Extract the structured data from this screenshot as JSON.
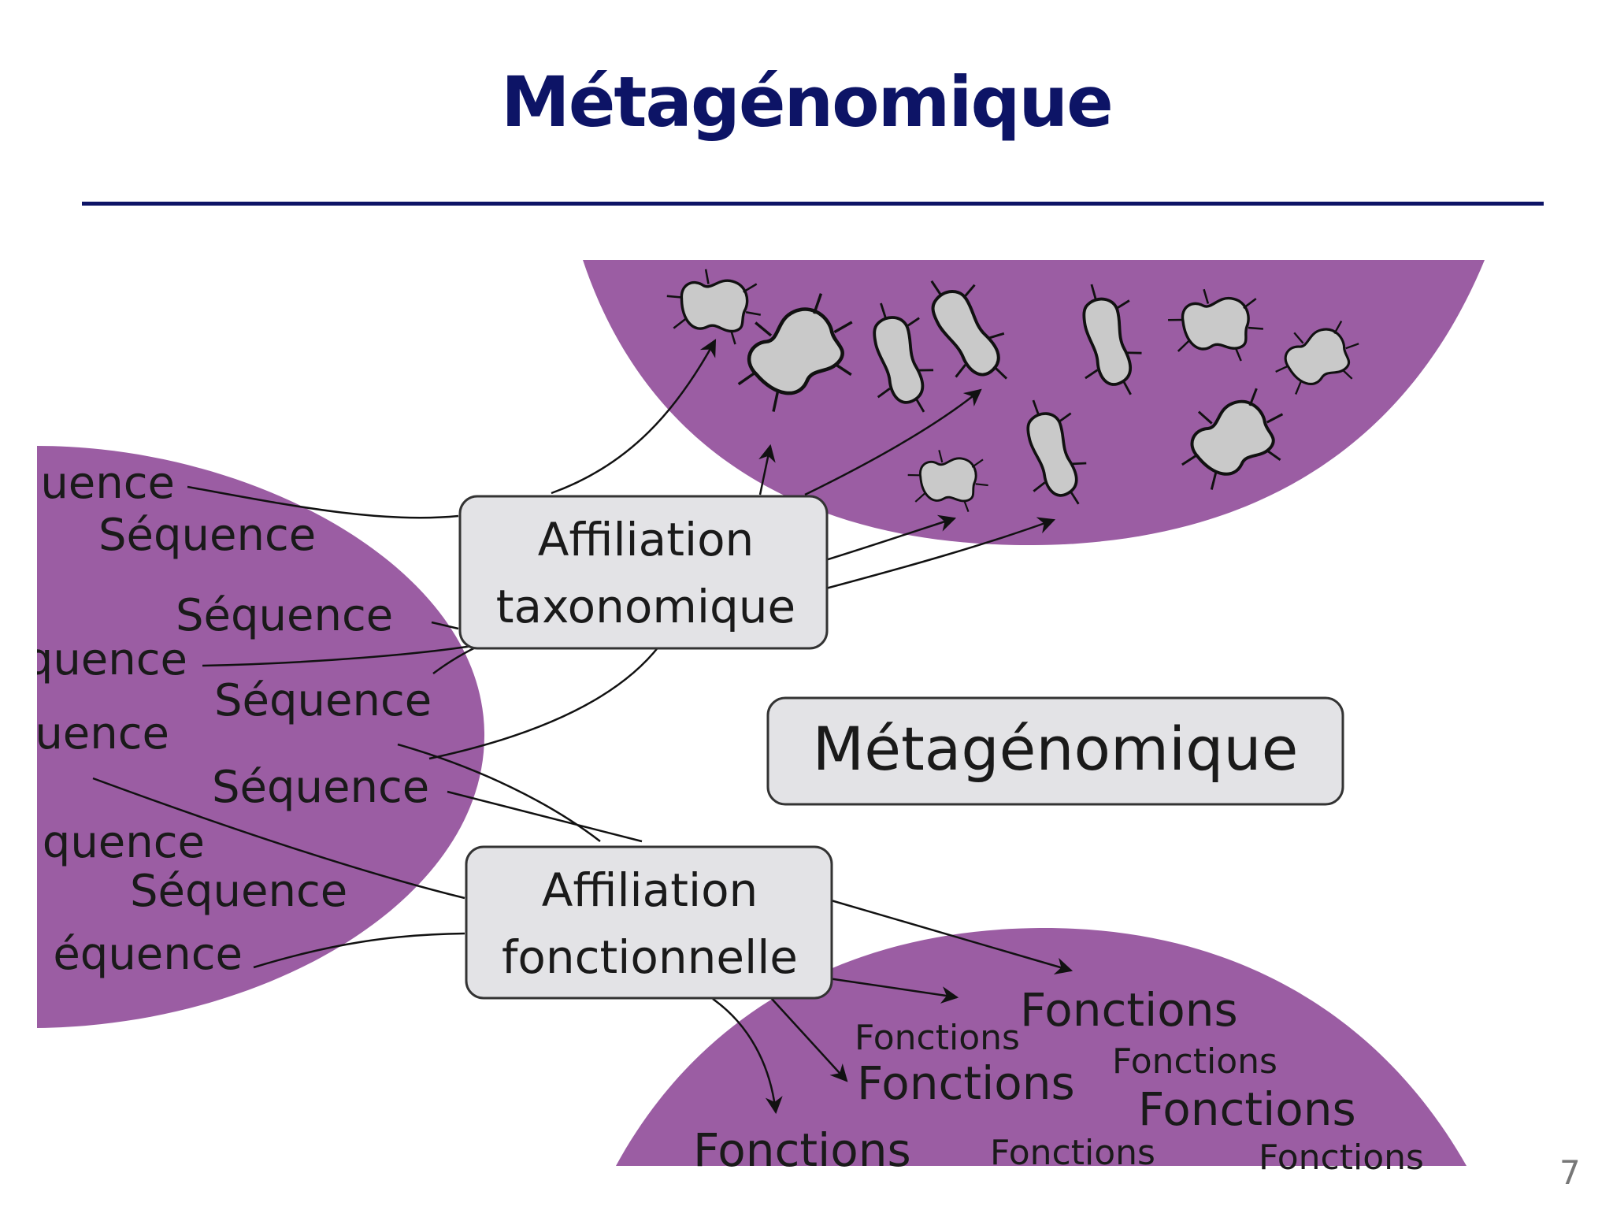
{
  "slide": {
    "title": "Métagénomique",
    "page_number": "7"
  },
  "diagram": {
    "center_label": "Métagénomique",
    "boxes": {
      "taxonomic": {
        "line1": "Affiliation",
        "line2": "taxonomique"
      },
      "functional": {
        "line1": "Affiliation",
        "line2": "fonctionnelle"
      }
    },
    "sequence_labels": [
      "uence",
      "Séquence",
      "Séquence",
      "quence",
      "Séquence",
      "uence",
      "Séquence",
      "quence",
      "Séquence",
      "équence"
    ],
    "function_labels": [
      "Fonctions",
      "Fonctions",
      "Fonctions",
      "Fonctions",
      "Fonctions",
      "Fonctions",
      "Fonctions",
      "Fonctions"
    ],
    "colors": {
      "blob": "#9b5da3",
      "box_fill": "#e3e3e6",
      "box_stroke": "#333333",
      "microbe_fill": "#c9c9c9",
      "title": "#0d1466"
    }
  }
}
